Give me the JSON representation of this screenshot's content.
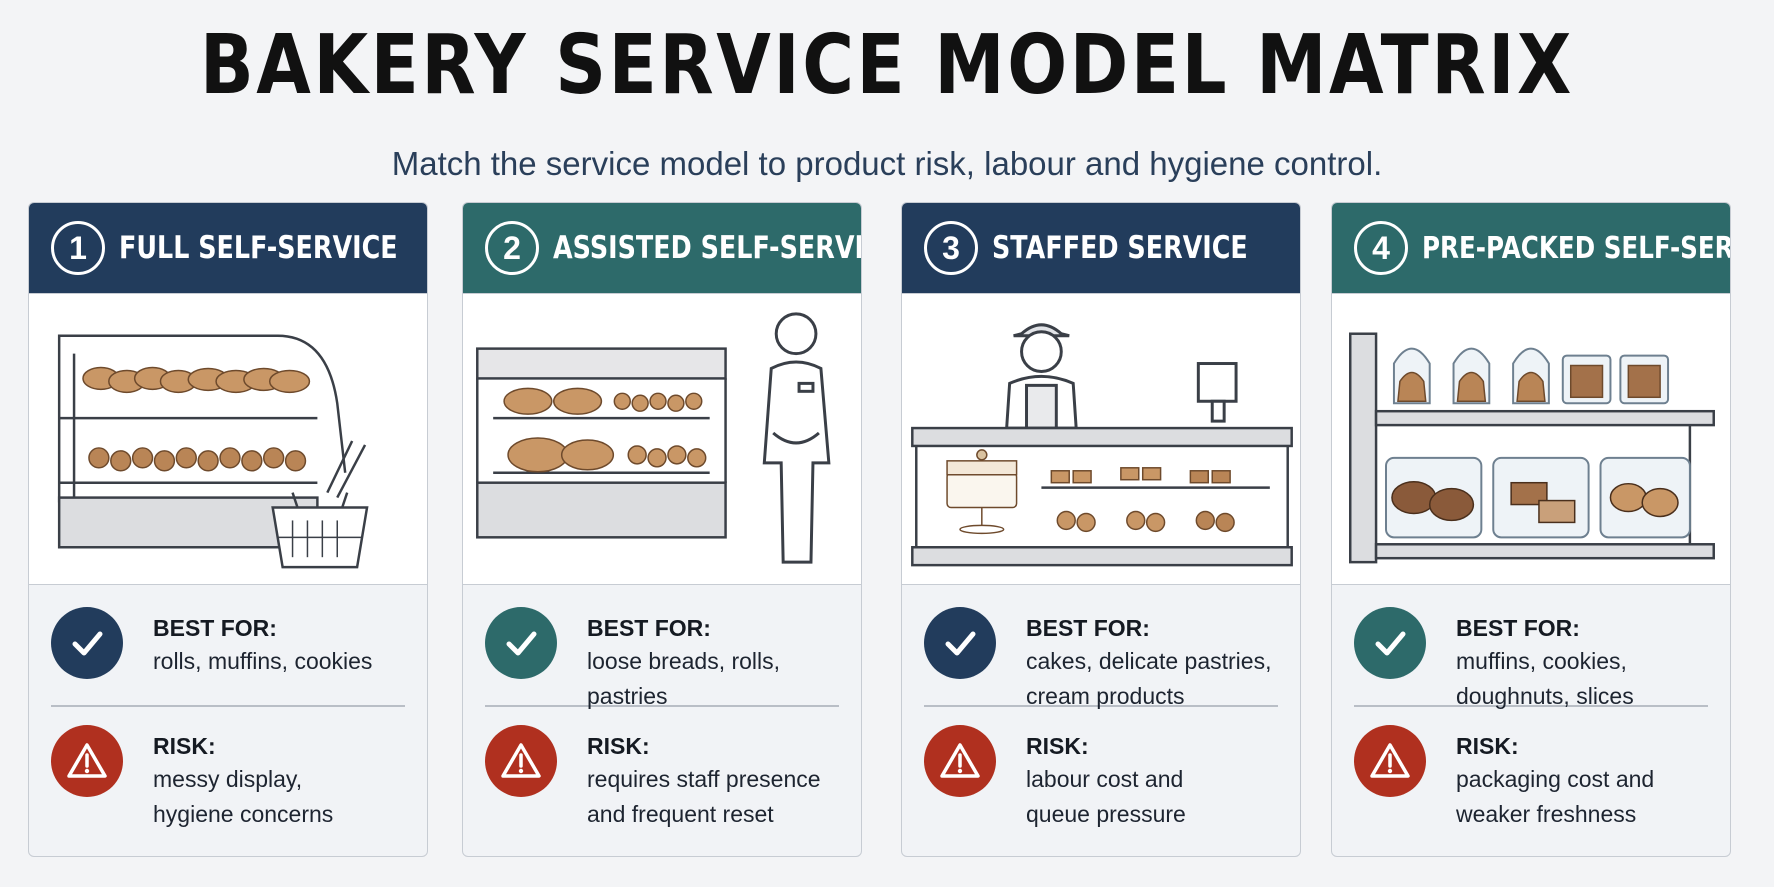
{
  "title": "BAKERY SERVICE MODEL MATRIX",
  "subtitle": "Match the service model to product risk, labour and hygiene control.",
  "cards": [
    {
      "number": "1",
      "heading": "FULL SELF-SERVICE",
      "best_label": "BEST FOR:",
      "best_lines": [
        "rolls, muffins, cookies",
        ""
      ],
      "risk_label": "RISK:",
      "risk_lines": [
        "messy display,",
        "hygiene concerns"
      ]
    },
    {
      "number": "2",
      "heading": "ASSISTED SELF-SERVICE",
      "best_label": "BEST FOR:",
      "best_lines": [
        "loose breads, rolls,",
        "pastries"
      ],
      "risk_label": "RISK:",
      "risk_lines": [
        "requires staff presence",
        "and frequent reset"
      ]
    },
    {
      "number": "3",
      "heading": "STAFFED SERVICE",
      "best_label": "BEST FOR:",
      "best_lines": [
        "cakes, delicate pastries,",
        "cream products"
      ],
      "risk_label": "RISK:",
      "risk_lines": [
        "labour cost and",
        "queue pressure"
      ]
    },
    {
      "number": "4",
      "heading": "PRE-PACKED SELF-SERVICE",
      "best_label": "BEST FOR:",
      "best_lines": [
        "muffins, cookies,",
        "doughnuts, slices"
      ],
      "risk_label": "RISK:",
      "risk_lines": [
        "packaging cost and",
        "weaker freshness"
      ]
    }
  ],
  "icons": {
    "best": "check-icon",
    "risk": "warning-icon"
  },
  "colors": {
    "navy": "#223c5c",
    "teal": "#2d6a6a",
    "risk_red": "#b0301f"
  }
}
